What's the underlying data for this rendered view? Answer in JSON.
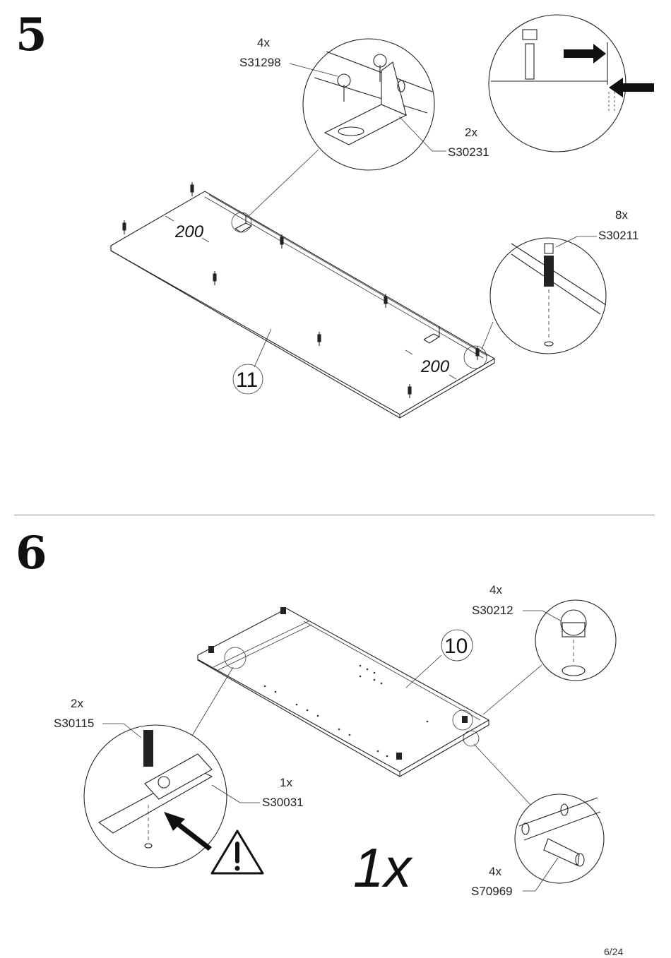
{
  "steps": [
    {
      "number": "5",
      "panel_label": "11",
      "dimension_labels": [
        "200",
        "200"
      ],
      "parts": [
        {
          "qty": "4x",
          "code": "S31298",
          "icon": "wood-screw-icon"
        },
        {
          "qty": "2x",
          "code": "S30231",
          "icon": "angle-bracket-icon"
        },
        {
          "qty": "8x",
          "code": "S30211",
          "icon": "cam-bolt-icon"
        }
      ],
      "callout_icon": "push-arrows-icon"
    },
    {
      "number": "6",
      "panel_label": "10",
      "parts": [
        {
          "qty": "4x",
          "code": "S30212",
          "icon": "cam-lock-icon"
        },
        {
          "qty": "2x",
          "code": "S30115",
          "icon": "euro-screw-icon"
        },
        {
          "qty": "1x",
          "code": "S30031",
          "icon": "drawer-runner-icon"
        },
        {
          "qty": "4x",
          "code": "S70969",
          "icon": "wooden-dowel-icon"
        }
      ],
      "quantity_badge": "1x",
      "warning_icon": "warning-triangle-icon"
    }
  ],
  "footer": {
    "page": "6/24"
  }
}
